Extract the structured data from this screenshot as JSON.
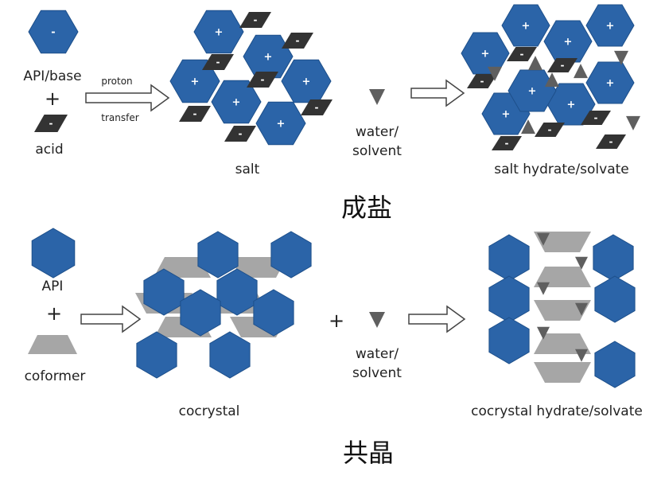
{
  "colors": {
    "api": "#2b64a8",
    "api_edge": "#1d4f8a",
    "acid": "#333333",
    "coformer": "#a6a6a6",
    "solvent": "#5f5f5f",
    "arrow_edge": "#444444"
  },
  "salt_section": {
    "reactant_label": "API/base",
    "plus": "+",
    "acid_label": "acid",
    "arrow_top": "proton",
    "arrow_bottom": "transfer",
    "product_label": "salt",
    "solvent_label_1": "water/",
    "solvent_label_2": "solvent",
    "final_label": "salt hydrate/solvate",
    "charge_pos": "+",
    "charge_neg": "-",
    "title": "成盐"
  },
  "cocrystal_section": {
    "reactant_label": "API",
    "plus": "+",
    "coformer_label": "coformer",
    "product_label": "cocrystal",
    "plus_solvent": "+",
    "solvent_label_1": "water/",
    "solvent_label_2": "solvent",
    "final_label": "cocrystal hydrate/solvate",
    "title": "共晶"
  }
}
